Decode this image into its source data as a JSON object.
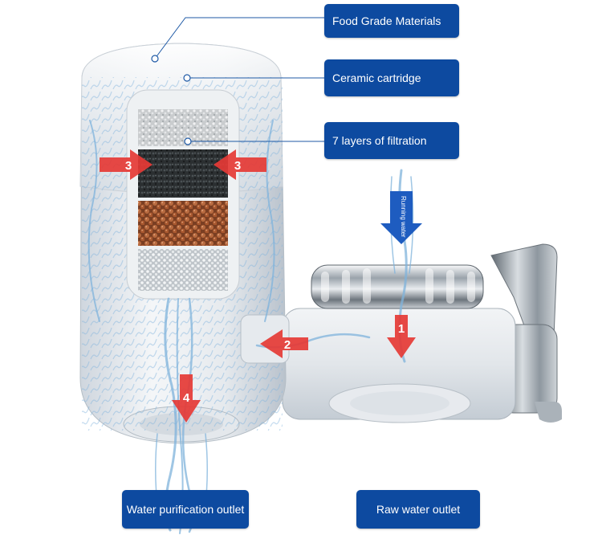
{
  "callouts": {
    "food_grade": "Food Grade Materials",
    "ceramic": "Ceramic cartridge",
    "layers": "7 layers of filtration",
    "purification_outlet": "Water purification outlet",
    "raw_outlet": "Raw water outlet"
  },
  "flow": {
    "inlet_label": "Running water",
    "steps": [
      "1",
      "2",
      "3",
      "3",
      "4"
    ]
  },
  "colors": {
    "callout_bg": "#0d4aa0",
    "arrow_red": "#e53935",
    "arrow_blue": "#1e5cc0",
    "water": "#7fb3dc"
  }
}
